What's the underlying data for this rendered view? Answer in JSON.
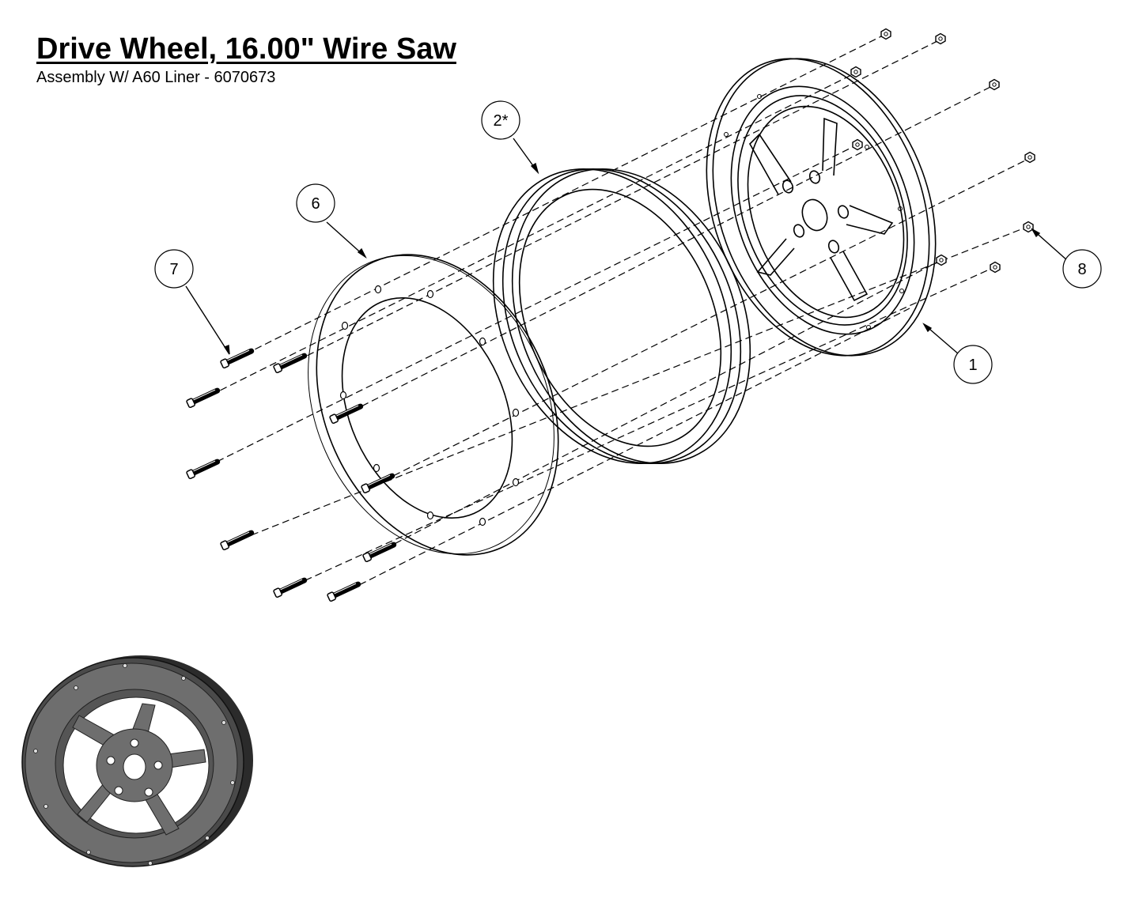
{
  "title": "Drive Wheel, 16.00\" Wire Saw",
  "subtitle": "Assembly W/ A60 Liner - 6070673",
  "callouts": {
    "c1": "1",
    "c2": "2*",
    "c6": "6",
    "c7": "7",
    "c8": "8"
  },
  "colors": {
    "line": "#000000",
    "render_face": "#6b6b6b",
    "render_dark": "#333333"
  }
}
